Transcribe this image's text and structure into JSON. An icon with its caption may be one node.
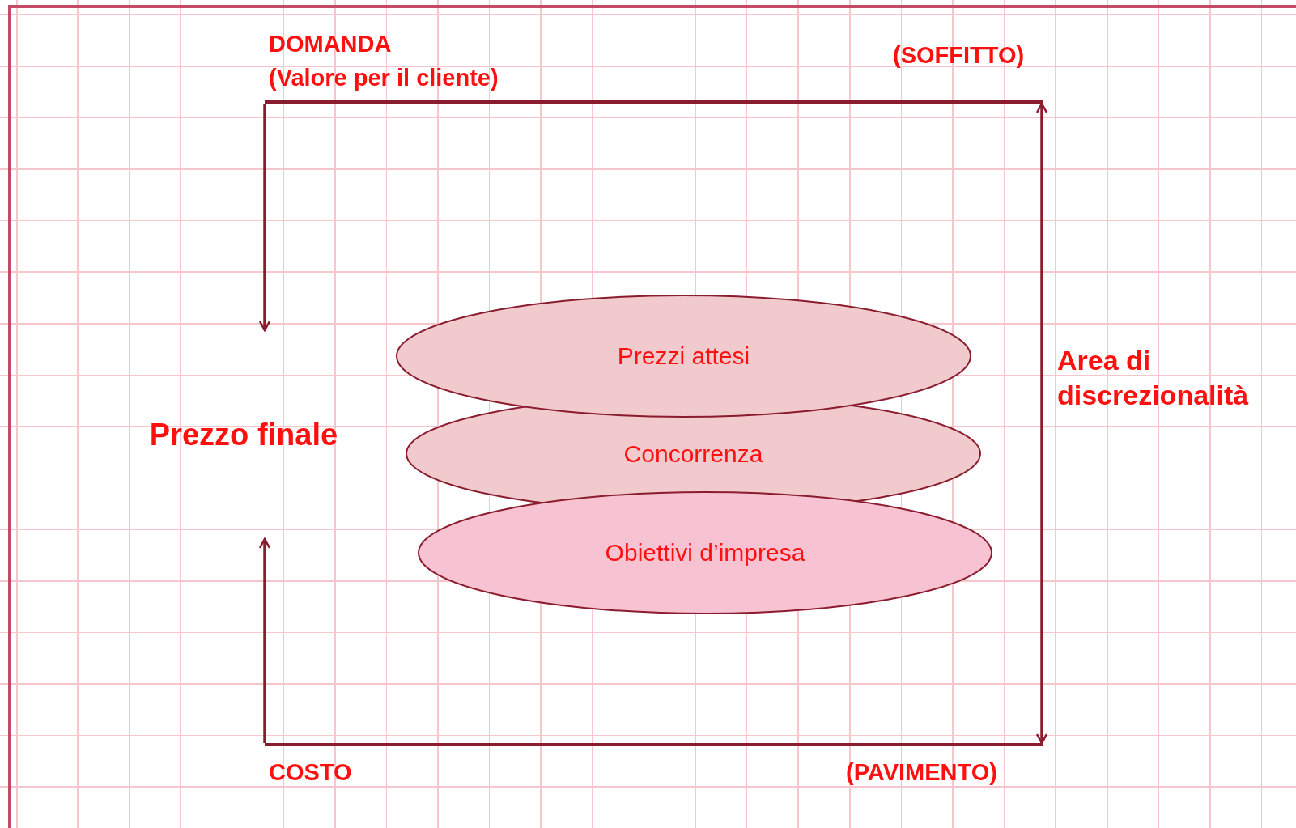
{
  "diagram": {
    "nodes": [
      {
        "text": [],
        "shape": "bar"
      },
      {
        "text": [
          "Prezzo finale"
        ]
      },
      {
        "text": [
          "Prezzi attesi"
        ]
      },
      {
        "text": [
          "Concorrenza"
        ]
      },
      {
        "text": [
          "Obiettivi d’impresa"
        ]
      },
      {
        "text": [],
        "shape": "bar"
      }
    ],
    "edges": [
      {
        "from": 0,
        "to": 1,
        "arrow": "to"
      },
      {
        "from": 5,
        "to": 1,
        "arrow": "to"
      },
      {
        "from": 0,
        "to": 5,
        "arrow": "both"
      }
    ],
    "labels": [
      "DOMANDA",
      "(Valore per il cliente)",
      "(SOFFITTO)",
      "Area di discrezionalità",
      "COSTO",
      "(PAVIMENTO)"
    ]
  }
}
